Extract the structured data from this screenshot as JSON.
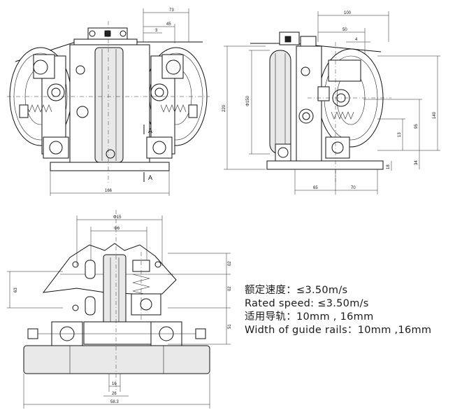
{
  "views": {
    "front": {
      "dims": [
        "73",
        "45",
        "3",
        "166"
      ],
      "section_marks": [
        "A",
        "A"
      ]
    },
    "side": {
      "dims": [
        "100",
        "50",
        "4",
        "220",
        "Φ150",
        "140",
        "95",
        "13",
        "34",
        "65",
        "70",
        "18"
      ]
    },
    "section": {
      "dims": [
        "Φ15",
        "Φ6",
        "02",
        "02",
        "51",
        "63",
        "16",
        "26",
        "58.3"
      ]
    }
  },
  "specs": [
    "额定速度：≤3.50m/s",
    "Rated speed: ≤3.50m/s",
    "适用导轨：10mm , 16mm",
    "Width of guide rails：10mm ,16mm"
  ]
}
